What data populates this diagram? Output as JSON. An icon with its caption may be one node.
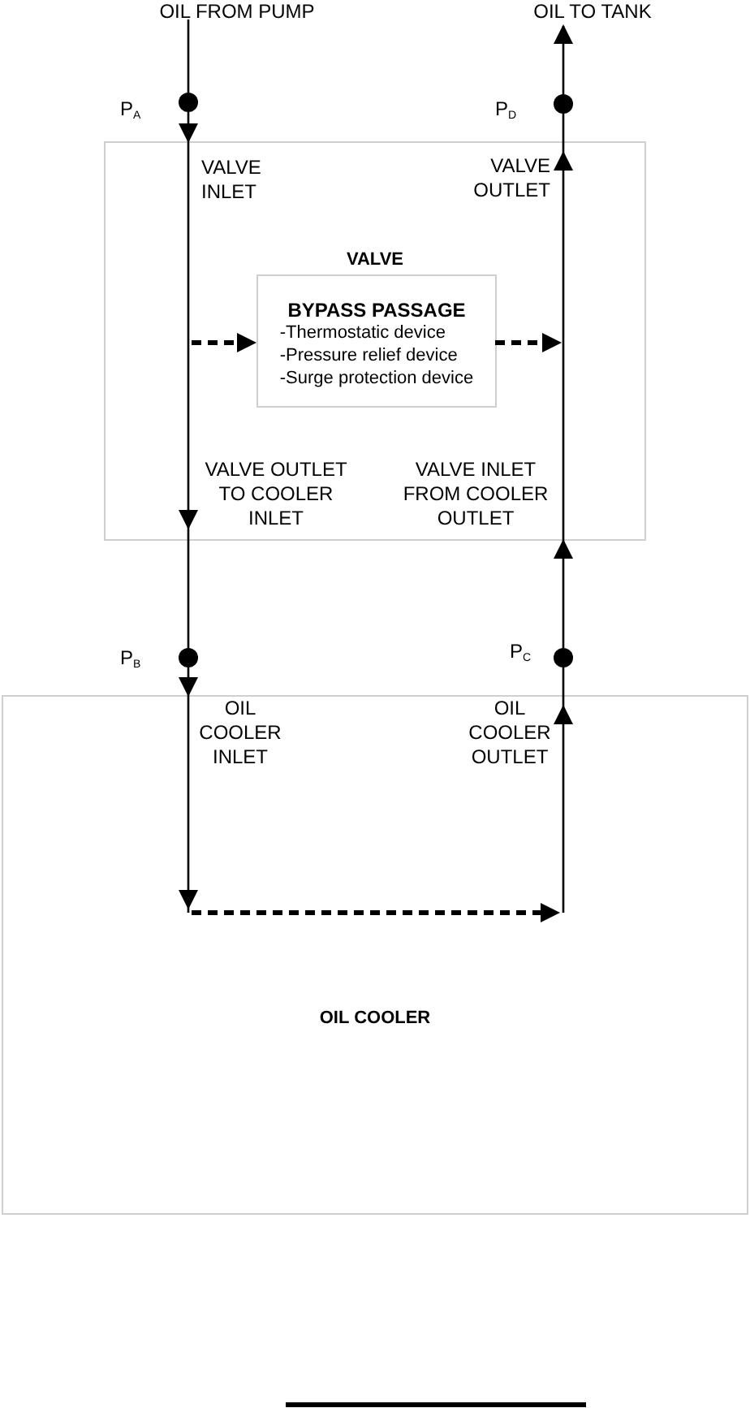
{
  "diagram": {
    "nodes": [
      {
        "text": [
          "OIL FROM PUMP"
        ]
      },
      {
        "text": [
          "OIL TO TANK"
        ]
      },
      {
        "text": [
          "VALVE"
        ]
      },
      {
        "text": [
          "BYPASS PASSAGE",
          "-Thermostatic device",
          "-Pressure relief device",
          "-Surge protection device"
        ],
        "in": 2
      },
      {
        "text": [
          "OIL COOLER"
        ]
      },
      {
        "text": [],
        "shape": "circle",
        "beside": [
          "P$_{A}$"
        ]
      },
      {
        "text": [],
        "shape": "circle",
        "beside": [
          "P$_{D}$"
        ]
      },
      {
        "text": [],
        "shape": "circle",
        "beside": [
          "P$_{B}$"
        ]
      },
      {
        "text": [],
        "shape": "circle",
        "beside": [
          "P$_{C}$"
        ]
      }
    ],
    "edges": [
      {
        "from": 0,
        "to": 5,
        "arrow": "none"
      },
      {
        "from": 5,
        "to": 2,
        "arrow": "to"
      },
      {
        "from": 2,
        "to": 7,
        "arrow": "none"
      },
      {
        "from": 7,
        "to": 4,
        "arrow": "to"
      },
      {
        "from": 4,
        "to": 8,
        "arrow": "none"
      },
      {
        "from": 8,
        "to": 2,
        "arrow": "to"
      },
      {
        "from": 2,
        "to": 6,
        "arrow": "none"
      },
      {
        "from": 6,
        "to": 1,
        "arrow": "to"
      },
      {
        "from": null,
        "to": 3,
        "arrow": "to",
        "style": "dashed"
      },
      {
        "from": 3,
        "to": null,
        "arrow": "to",
        "style": "dashed"
      }
    ],
    "labels": [
      "VALVE INLET",
      "VALVE OUTLET",
      "VALVE OUTLET TO COOLER INLET",
      "VALVE INLET FROM COOLER OUTLET",
      "OIL COOLER INLET",
      "OIL COOLER OUTLET"
    ]
  }
}
